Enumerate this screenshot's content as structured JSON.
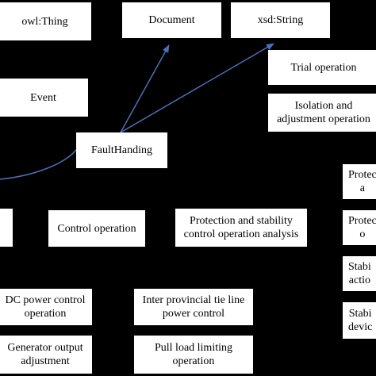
{
  "colors": {
    "background": "#000000",
    "node_fill": "#ffffff",
    "text": "#000000",
    "edge": "#4a72b8"
  },
  "nodes": {
    "owl_thing": "owl:Thing",
    "document": "Document",
    "xsd_string": "xsd:String",
    "trial_operation": "Trial operation",
    "event": "Event",
    "isolation_adjustment": "Isolation and\nadjustment operation",
    "fault_handing": "FaultHanding",
    "protection_1": "Protec\na",
    "control_operation": "Control operation",
    "protection_stability": "Protection and stability\ncontrol operation analysis",
    "protection_2": "Protec\no",
    "stability_1": "Stabi\nactio",
    "dc_power": "DC power control\noperation",
    "inter_provincial": "Inter provincial tie line\npower control",
    "stability_2": "Stabi\ndevic",
    "generator_output": "Generator output\nadjustment",
    "pull_load": "Pull load limiting\noperation"
  }
}
